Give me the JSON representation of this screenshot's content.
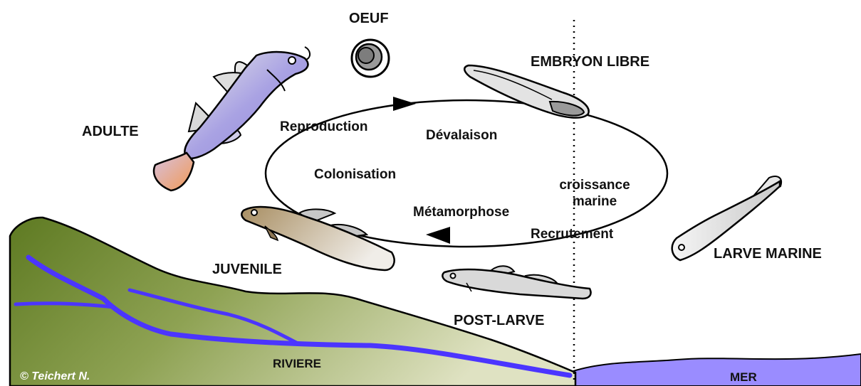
{
  "stages": {
    "oeuf": "OEUF",
    "embryon_libre": "EMBRYON LIBRE",
    "adulte": "ADULTE",
    "juvenile": "JUVENILE",
    "larve_marine": "LARVE MARINE",
    "post_larve": "POST-LARVE"
  },
  "processes": {
    "reproduction": "Reproduction",
    "devalaison": "Dévalaison",
    "colonisation": "Colonisation",
    "croissance_marine_line1": "croissance",
    "croissance_marine_line2": "marine",
    "metamorphose": "Métamorphose",
    "recrutement": "Recrutement"
  },
  "environments": {
    "riviere": "RIVIERE",
    "mer": "MER"
  },
  "credit": "© Teichert N.",
  "colors": {
    "land": "#6f8a2e",
    "land_light": "#c7cfa0",
    "river": "#4a3cff",
    "sea": "#9b8cff",
    "cycle_stroke": "#000000",
    "adult_body": "#b3aee6",
    "adult_tail": "#f2a36a",
    "juvenile_body": "#bba585",
    "larva_body": "#dcdcdc"
  },
  "icons": {
    "egg": "egg-icon",
    "arrow": "arrowhead-icon"
  }
}
